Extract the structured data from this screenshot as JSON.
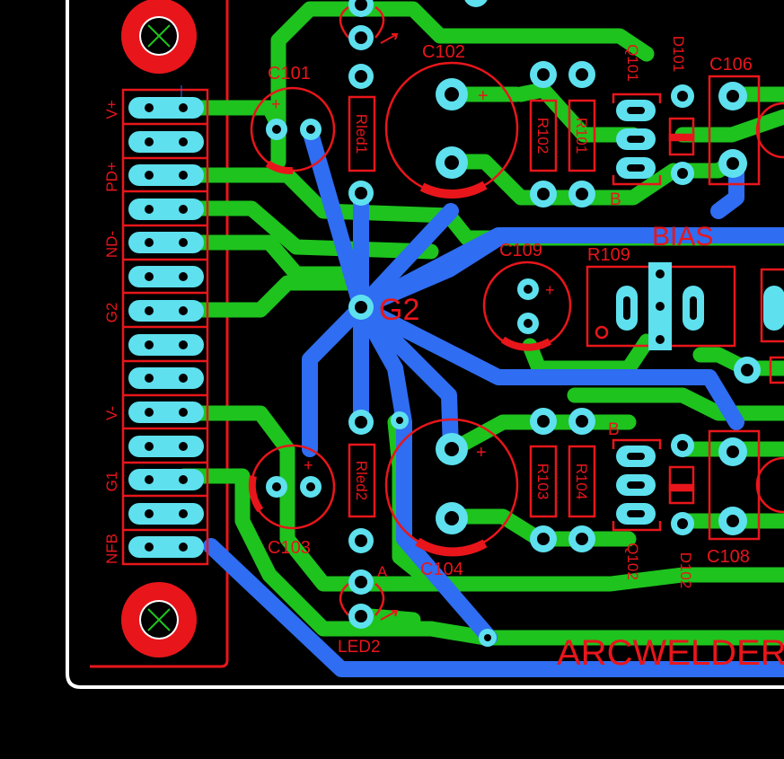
{
  "board": {
    "colors": {
      "background": "#000000",
      "outline": "#ffffff",
      "top_copper": "#1ec31e",
      "bottom_copper": "#2f6df2",
      "pads": "#5ee0ee",
      "silkscreen": "#e8161b"
    },
    "brand_text": "ARCWELDER",
    "net_label": "G2",
    "bias_label": "BIAS"
  },
  "connector": {
    "pins": [
      "V+",
      "PD+",
      "ND-",
      "G2",
      "V-",
      "G1",
      "NFB"
    ]
  },
  "components": {
    "c101": "C101",
    "c102": "C102",
    "c103": "C103",
    "c104": "C104",
    "c106": "C106",
    "c108": "C108",
    "c109": "C109",
    "r109": "R109",
    "rled1": "Rled1",
    "rled2": "Rled2",
    "r101": "R101",
    "r102": "R102",
    "r103": "R103",
    "r104": "R104",
    "q101": "Q101",
    "q102": "Q102",
    "d101": "D101",
    "d102": "D102",
    "led2": "LED2",
    "mark_a": "A",
    "mark_b_top": "B",
    "mark_b_bottom": "B",
    "plus": "+"
  },
  "icons": {
    "mounting_hole": "mounting-hole-icon",
    "led_marker": "led-icon"
  }
}
